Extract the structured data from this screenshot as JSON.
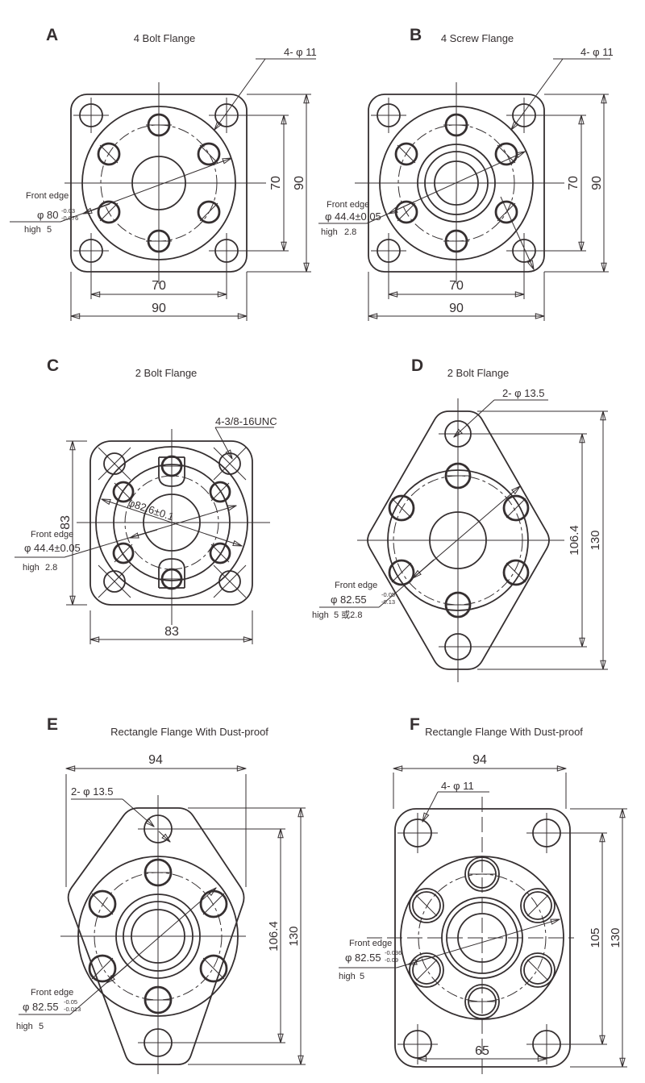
{
  "colors": {
    "ink": "#352f30",
    "background": "#ffffff"
  },
  "panels": {
    "a": {
      "letter": "A",
      "title": "4 Bolt Flange",
      "callout": "4- φ 11",
      "front_edge": "Front edge",
      "diameter": "φ 80",
      "tol_upper": "-0.03",
      "tol_lower": "-0.076",
      "high_label": "high",
      "high_value": "5",
      "dim_vertical_inner": "70",
      "dim_vertical_outer": "90",
      "dim_horizontal_inner": "70",
      "dim_horizontal_outer": "90"
    },
    "b": {
      "letter": "B",
      "title": "4 Screw Flange",
      "callout": "4- φ 11",
      "front_edge": "Front edge",
      "diameter": "φ 44.4±0.05",
      "high_label": "high",
      "high_value": "2.8",
      "dim_vertical_inner": "70",
      "dim_vertical_outer": "90",
      "dim_horizontal_inner": "70",
      "dim_horizontal_outer": "90"
    },
    "c": {
      "letter": "C",
      "title": "2 Bolt Flange",
      "callout": "4-3/8-16UNC",
      "bolt_circle": "φ82.6±0.1",
      "front_edge": "Front edge",
      "diameter": "φ 44.4±0.05",
      "high_label": "high",
      "high_value": "2.8",
      "dim_vertical": "83",
      "dim_horizontal": "83"
    },
    "d": {
      "letter": "D",
      "title": "2 Bolt Flange",
      "callout": "2- φ 13.5",
      "front_edge": "Front edge",
      "diameter": "φ 82.55",
      "tol_upper": "-0.05",
      "tol_lower": "-0.13",
      "high_label": "high",
      "high_value": "5 或2.8",
      "dim_inner": "106.4",
      "dim_outer": "130"
    },
    "e": {
      "letter": "E",
      "title": "Rectangle Flange With Dust-proof",
      "dim_top": "94",
      "callout": "2- φ 13.5",
      "front_edge": "Front edge",
      "diameter": "φ 82.55",
      "tol_upper": "-0.05",
      "tol_lower": "-0.013",
      "high_label": "high",
      "high_value": "5",
      "dim_inner": "106.4",
      "dim_outer": "130"
    },
    "f": {
      "letter": "F",
      "title": "Rectangle Flange With Dust-proof",
      "dim_top": "94",
      "callout": "4- φ 11",
      "front_edge": "Front edge",
      "diameter": "φ 82.55",
      "tol_upper": "-0.036",
      "tol_lower": "-0.09",
      "high_label": "high",
      "high_value": "5",
      "dim_inner": "105",
      "dim_outer": "130",
      "dim_bottom": "65"
    }
  }
}
